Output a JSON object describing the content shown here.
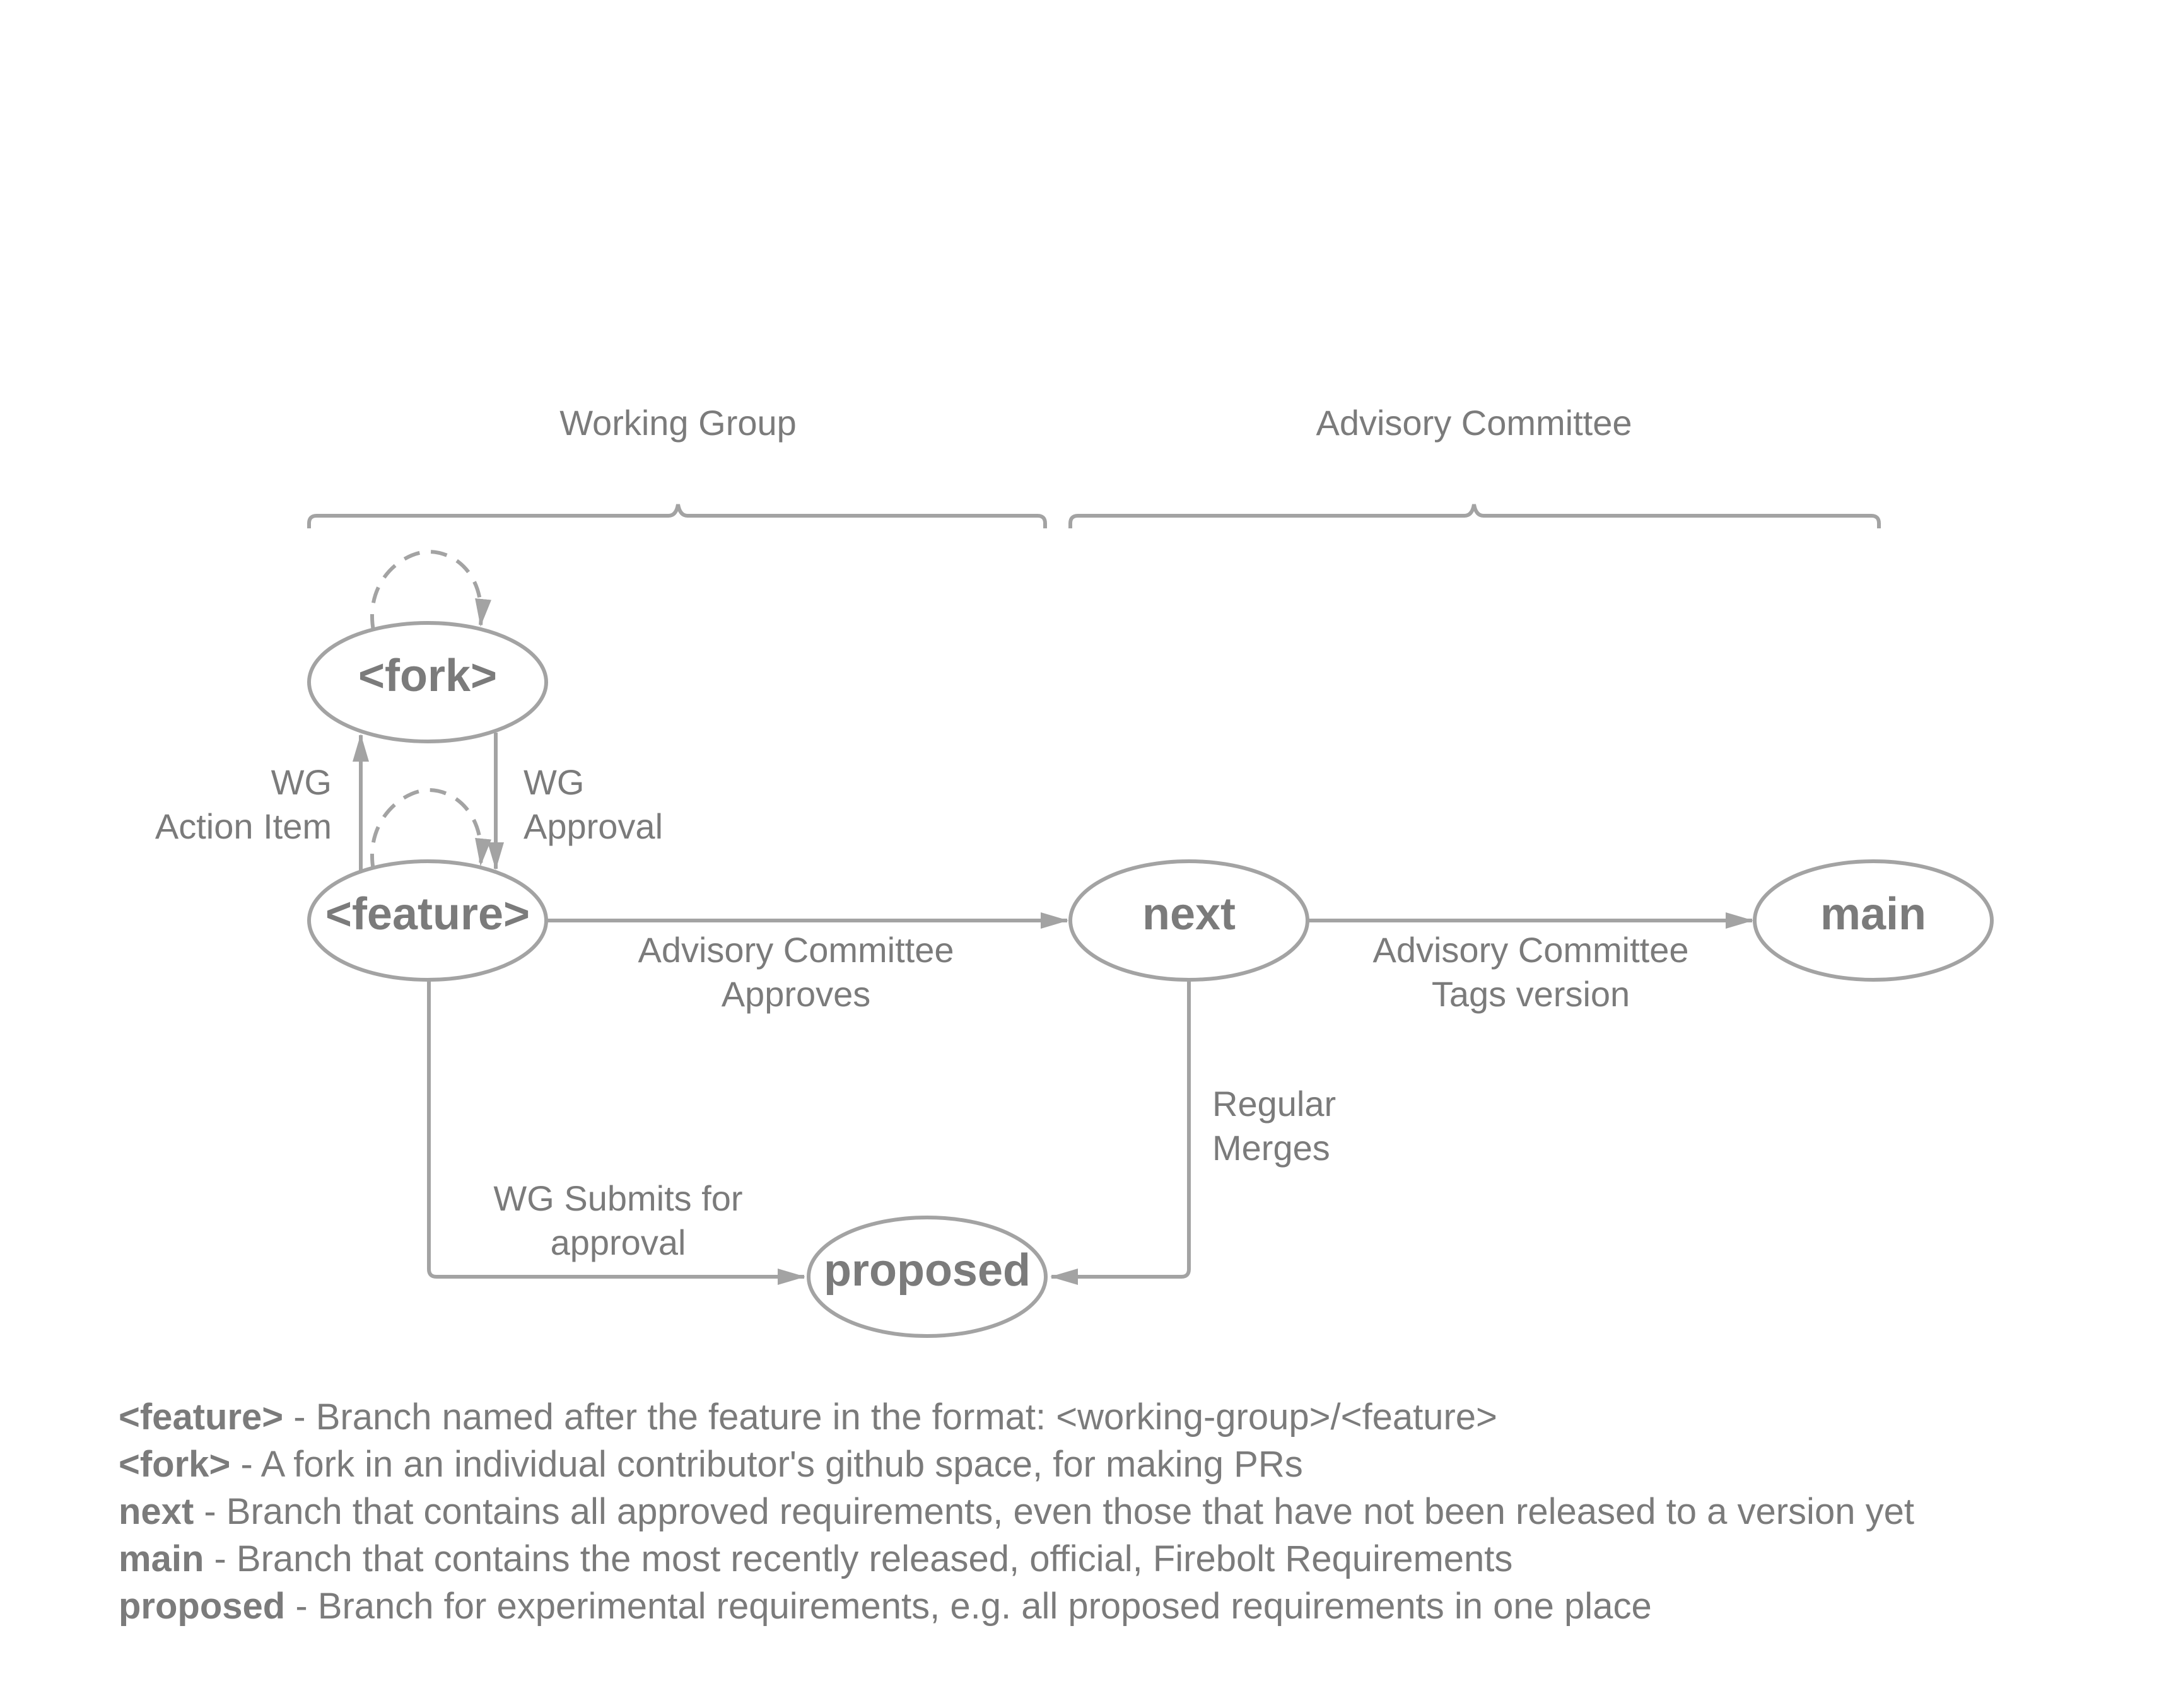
{
  "groups": {
    "working_group": "Working Group",
    "advisory_committee": "Advisory Committee"
  },
  "nodes": {
    "fork": "<fork>",
    "feature": "<feature>",
    "next": "next",
    "main": "main",
    "proposed": "proposed"
  },
  "edges": {
    "wg_action_item": [
      "WG",
      "Action Item"
    ],
    "wg_approval": [
      "WG",
      "Approval"
    ],
    "ac_approves": [
      "Advisory Committee",
      "Approves"
    ],
    "ac_tags_version": [
      "Advisory Committee",
      "Tags version"
    ],
    "regular_merges": [
      "Regular",
      "Merges"
    ],
    "wg_submits": [
      "WG Submits for",
      "approval"
    ]
  },
  "legend": [
    {
      "term": "<feature>",
      "desc": " - Branch named after the feature in the format: <working-group>/<feature>"
    },
    {
      "term": "<fork>",
      "desc": " - A fork in an individual contributor's github space, for making PRs"
    },
    {
      "term": "next",
      "desc": " - Branch that contains all approved requirements, even those that have not been released to a version yet"
    },
    {
      "term": "main",
      "desc": " - Branch that contains the most recently released, official, Firebolt Requirements"
    },
    {
      "term": "proposed",
      "desc": " - Branch for experimental requirements, e.g. all proposed requirements in one place"
    }
  ],
  "colors": {
    "stroke": "#a3a3a3",
    "text": "#7b7b7b"
  }
}
